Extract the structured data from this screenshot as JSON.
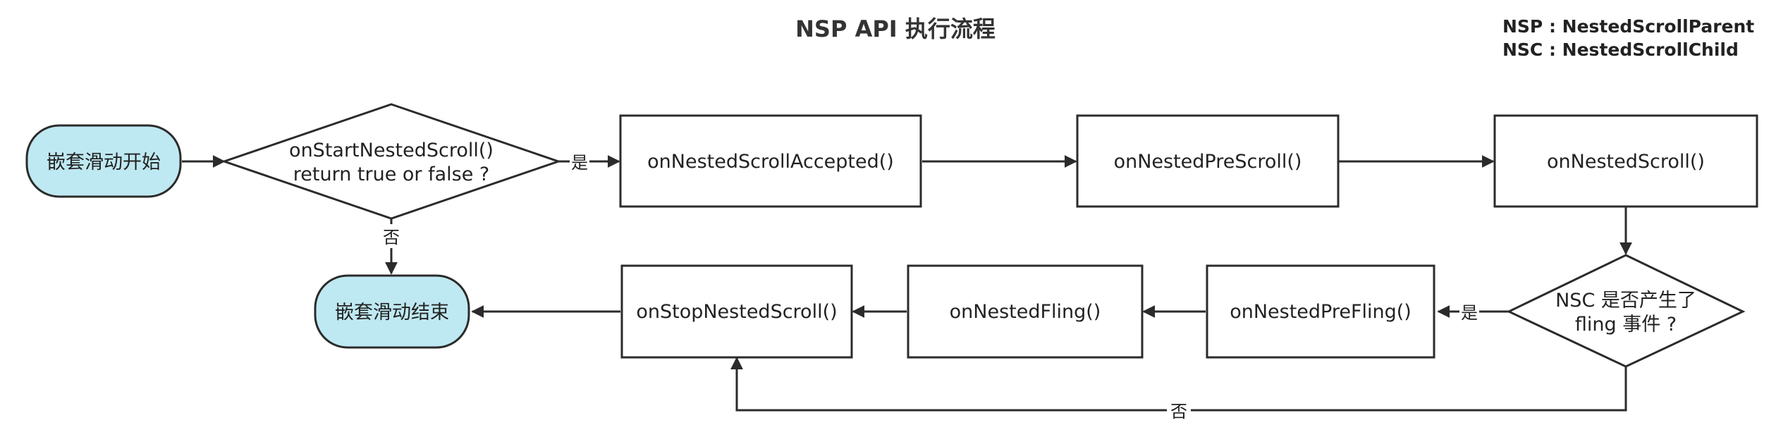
{
  "title": "NSP API 执行流程",
  "legend": [
    "NSP : NestedScrollParent",
    "NSC : NestedScrollChild"
  ],
  "nodes": {
    "start": "嵌套滑动开始",
    "startNestedScroll": [
      "onStartNestedScroll()",
      "return true or false ?"
    ],
    "nestedScrollAccepted": "onNestedScrollAccepted()",
    "nestedPreScroll": "onNestedPreScroll()",
    "nestedScroll": "onNestedScroll()",
    "flingDecision": [
      "NSC 是否产生了",
      "fling 事件 ?"
    ],
    "nestedPreFling": "onNestedPreFling()",
    "nestedFling": "onNestedFling()",
    "stopNestedScroll": "onStopNestedScroll()",
    "end": "嵌套滑动结束"
  },
  "edge_labels": {
    "yes": "是",
    "no": "否"
  },
  "colors": {
    "terminal_fill": "#bfe9f2",
    "stroke": "#2b2b2b"
  }
}
